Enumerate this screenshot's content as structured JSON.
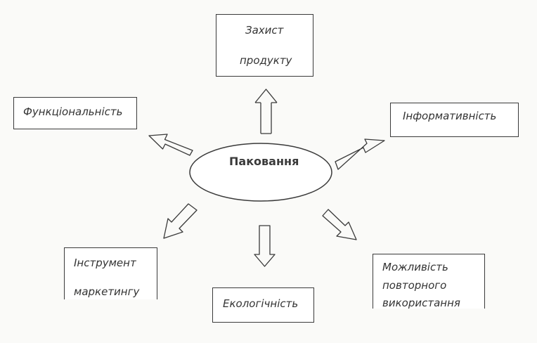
{
  "center": {
    "label": "Паковання"
  },
  "nodes": {
    "protection": {
      "line1": "Захист",
      "line2": "продукту"
    },
    "functionality": {
      "label": "Функціональність"
    },
    "informativeness": {
      "label": "Інформативність"
    },
    "marketing_tool": {
      "line1": "Інструмент",
      "line2": "маркетингу"
    },
    "ecology": {
      "label": "Екологічність"
    },
    "reuse": {
      "line1": "Можливість",
      "line2": "повторного",
      "line3": "використання"
    }
  },
  "colors": {
    "stroke": "#3a3a3a",
    "text": "#333333",
    "background": "#fafaf8"
  }
}
